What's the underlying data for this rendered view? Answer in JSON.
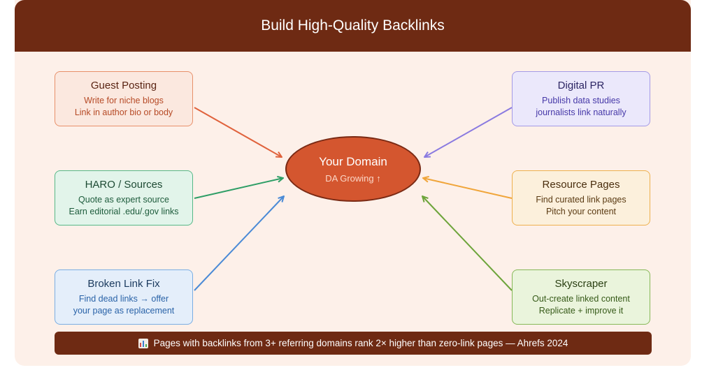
{
  "title": "Build High-Quality Backlinks",
  "hub": {
    "title": "Your Domain",
    "subtitle": "DA Growing ↑"
  },
  "sources": [
    {
      "title": "Guest Posting",
      "lines": [
        "Write for niche blogs",
        "Link in author bio or body"
      ],
      "border": "#e8906a",
      "bg": "#fbe8df",
      "title_color": "#5a2413",
      "text_color": "#b64a26",
      "arrow": "#e0623c"
    },
    {
      "title": "HARO / Sources",
      "lines": [
        "Quote as expert source",
        "Earn editorial .edu/.gov links"
      ],
      "border": "#56b887",
      "bg": "#e2f4ea",
      "title_color": "#1d4a33",
      "text_color": "#1e5c3c",
      "arrow": "#2e9e66"
    },
    {
      "title": "Broken Link Fix",
      "lines": [
        "Find dead links → offer",
        "your page as replacement"
      ],
      "border": "#7aaee3",
      "bg": "#e4eefa",
      "title_color": "#1b3a5e",
      "text_color": "#2a63a8",
      "arrow": "#4a8ad6"
    },
    {
      "title": "Digital PR",
      "lines": [
        "Publish data studies",
        "journalists link naturally"
      ],
      "border": "#a49ae6",
      "bg": "#ebe8fb",
      "title_color": "#2c2563",
      "text_color": "#4638a8",
      "arrow": "#8a7ae0"
    },
    {
      "title": "Resource Pages",
      "lines": [
        "Find curated link pages",
        "Pitch your content"
      ],
      "border": "#eeb04e",
      "bg": "#fcf0dc",
      "title_color": "#4a2e0e",
      "text_color": "#5a3a12",
      "arrow": "#f0a53a"
    },
    {
      "title": "Skyscraper",
      "lines": [
        "Out-create linked content",
        "Replicate + improve it"
      ],
      "border": "#86b858",
      "bg": "#eaf4dc",
      "title_color": "#2a3f12",
      "text_color": "#365a18",
      "arrow": "#6da43a"
    }
  ],
  "footer": {
    "icon": "bar-chart-icon",
    "text": "Pages with backlinks from 3+ referring domains rank 2× higher than zero-link pages — Ahrefs 2024"
  },
  "colors": {
    "header": "#6e2a13",
    "card": "#fdf0e9",
    "hub": "#d4562f"
  }
}
